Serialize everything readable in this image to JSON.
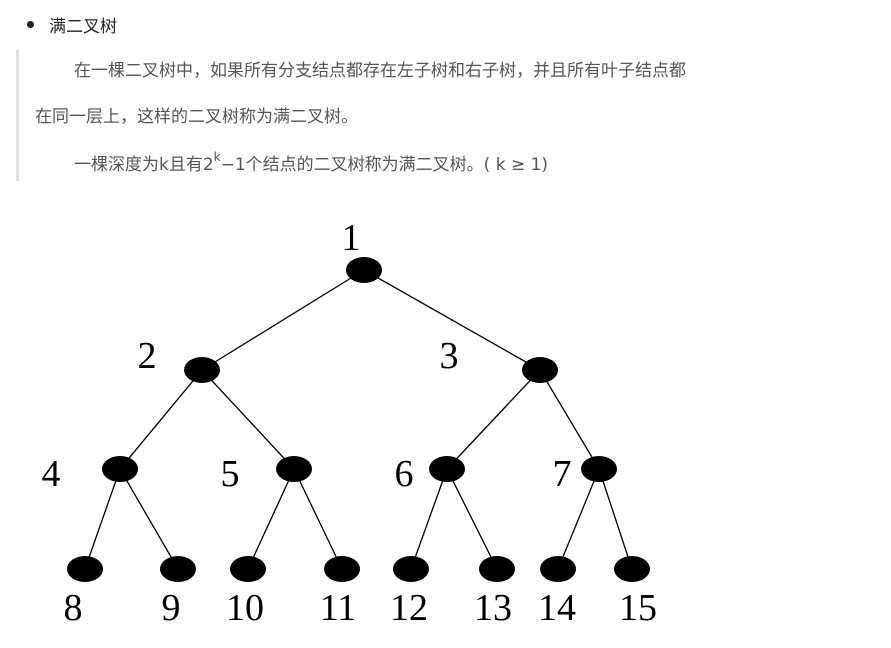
{
  "bullet": {
    "title": "满二叉树"
  },
  "quote": {
    "line1": "在一棵二叉树中，如果所有分支结点都存在左子树和右子树，并且所有叶子结点都",
    "line2": "在同一层上，这样的二叉树称为满二叉树。",
    "line3_prefix": "一棵深度为k且有2",
    "line3_sup": "k",
    "line3_suffix": "−1个结点的二叉树称为满二叉树。( k ≥ 1)"
  },
  "tree": {
    "nodes": [
      "1",
      "2",
      "3",
      "4",
      "5",
      "6",
      "7",
      "8",
      "9",
      "10",
      "11",
      "12",
      "13",
      "14",
      "15"
    ]
  }
}
